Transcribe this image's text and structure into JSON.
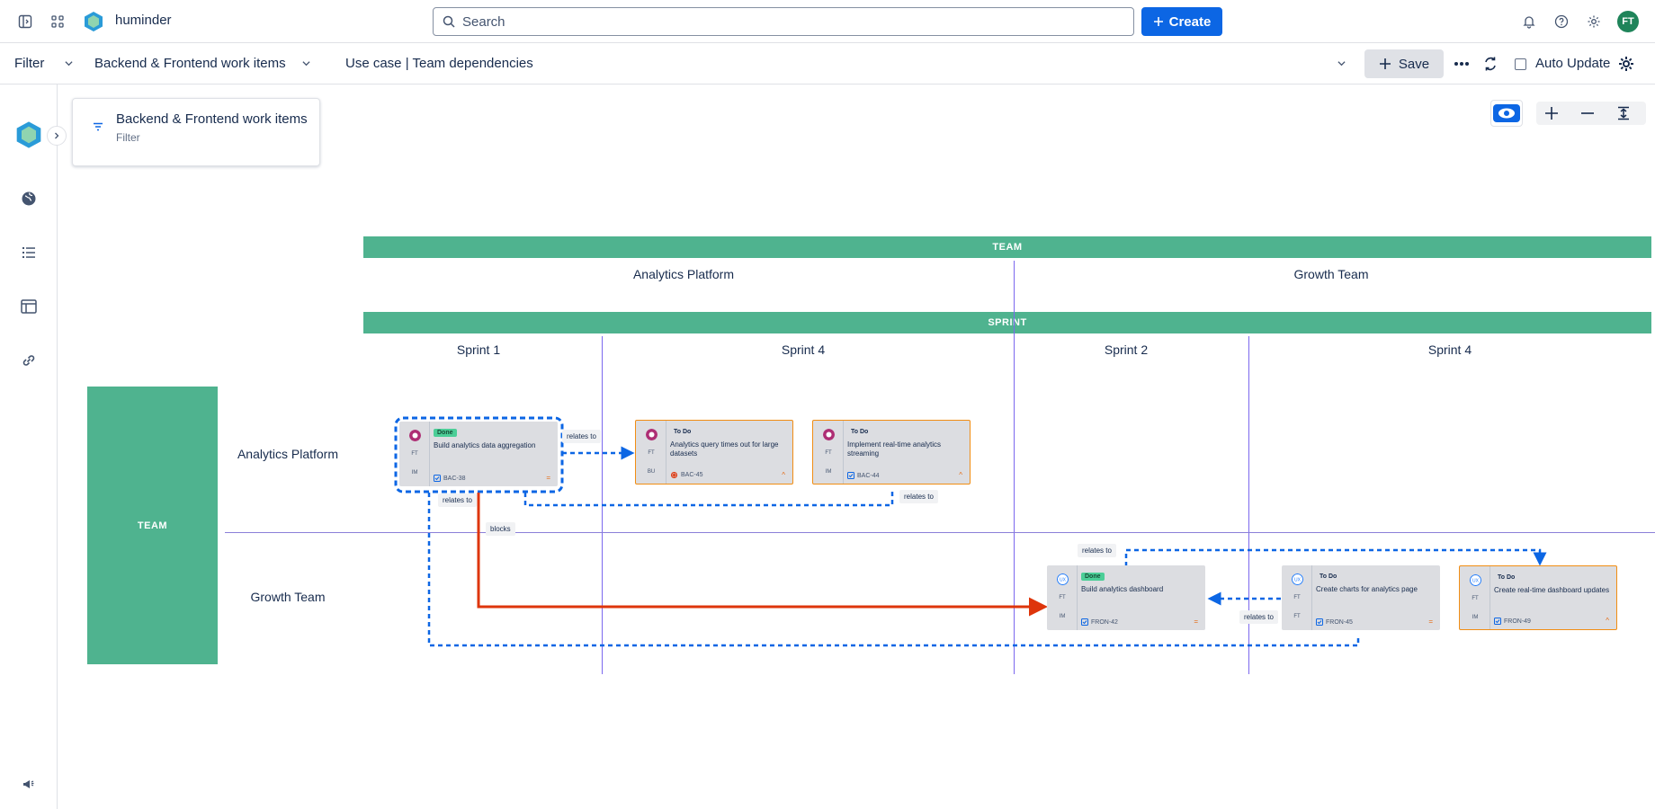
{
  "app": {
    "name": "huminder"
  },
  "search": {
    "placeholder": "Search"
  },
  "header": {
    "create_label": "Create",
    "avatar_initials": "FT"
  },
  "filterbar": {
    "filter_label": "Filter",
    "filter_value": "Backend & Frontend work items",
    "use_case": "Use case | Team dependencies",
    "save_label": "Save",
    "auto_update_label": "Auto Update",
    "auto_update_checked": false
  },
  "filter_card": {
    "title": "Backend & Frontend work items",
    "subtitle": "Filter"
  },
  "board": {
    "team_band": "TEAM",
    "sprint_band": "SPRINT",
    "row_band": "TEAM",
    "teams": [
      "Analytics Platform",
      "Growth Team"
    ],
    "sprints": [
      "Sprint 1",
      "Sprint 4",
      "Sprint 2",
      "Sprint 4"
    ],
    "rows": [
      "Analytics Platform",
      "Growth Team"
    ]
  },
  "cards": [
    {
      "status": "Done",
      "title": "Build analytics data aggregation",
      "key": "BAC-38",
      "g1": "FT",
      "g2": "IM",
      "type": "task",
      "priority": "medium"
    },
    {
      "status": "To Do",
      "title": "Analytics query times out for large datasets",
      "key": "BAC-45",
      "g1": "FT",
      "g2": "BU",
      "type": "bug",
      "priority": "high"
    },
    {
      "status": "To Do",
      "title": "Implement real-time analytics streaming",
      "key": "BAC-44",
      "g1": "FT",
      "g2": "IM",
      "type": "task",
      "priority": "high"
    },
    {
      "status": "Done",
      "title": "Build analytics dashboard",
      "key": "FRON-42",
      "g1": "FT",
      "g2": "IM",
      "type": "task",
      "priority": "medium"
    },
    {
      "status": "To Do",
      "title": "Create charts for analytics page",
      "key": "FRON-45",
      "g1": "FT",
      "g2": "FT",
      "type": "task",
      "priority": "medium"
    },
    {
      "status": "To Do",
      "title": "Create real-time dashboard updates",
      "key": "FRON-49",
      "g1": "FT",
      "g2": "IM",
      "type": "task",
      "priority": "high"
    }
  ],
  "link_labels": {
    "l1": "relates to",
    "l2": "relates to",
    "l3": "relates to",
    "l4": "blocks",
    "l5": "relates to",
    "l6": "relates to"
  },
  "colors": {
    "band": "#4fb38f",
    "primary": "#0c66e4",
    "blocks_link": "#de350b",
    "relates_link": "#0c66e4",
    "highlight_border": "#f18d13"
  }
}
